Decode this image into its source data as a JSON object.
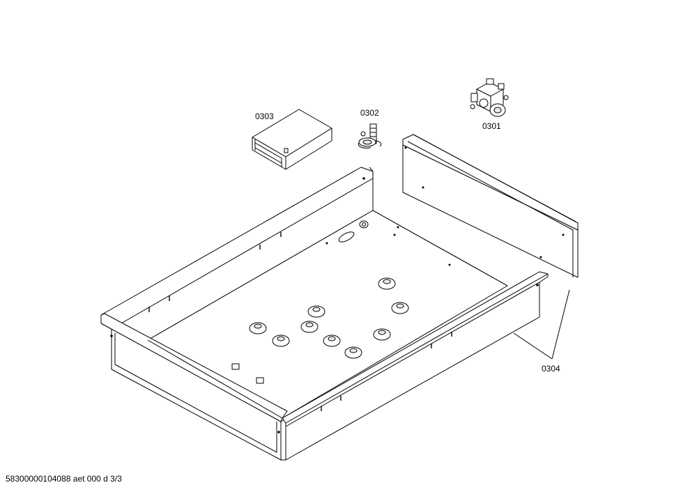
{
  "parts": [
    {
      "id": "0301",
      "description": ""
    },
    {
      "id": "0302",
      "description": ""
    },
    {
      "id": "0303",
      "description": ""
    },
    {
      "id": "0304",
      "description": ""
    }
  ],
  "labels": {
    "p0301": "0301",
    "p0302": "0302",
    "p0303": "0303",
    "p0304": "0304"
  },
  "footer": {
    "drawing_code": "58300000104088 aet 000 d 3/3"
  }
}
